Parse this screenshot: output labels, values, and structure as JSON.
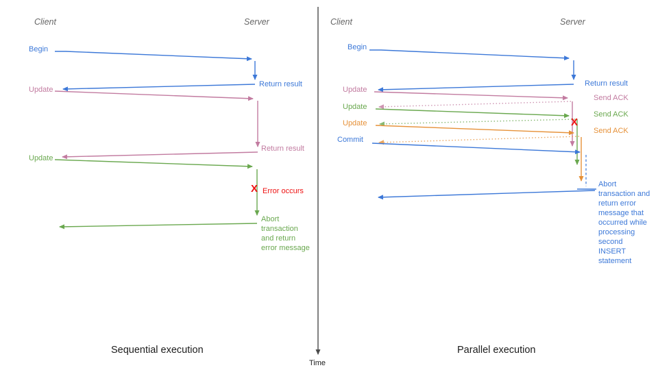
{
  "colors": {
    "blue": "#3c78d8",
    "pink": "#c27ba0",
    "green": "#6aa84f",
    "orange": "#e69138",
    "red": "#ee1111",
    "axis": "#4a4a4a",
    "header": "#666666",
    "title": "#1c1c1c"
  },
  "left_panel": {
    "title": "Sequential execution",
    "client_header": "Client",
    "server_header": "Server",
    "begin_label": "Begin",
    "begin_return_label": "Return result",
    "update1_label": "Update",
    "update1_return_label": "Return result",
    "update2_label": "Update",
    "error_x": "X",
    "error_label": "Error occurs",
    "abort_label": "Abort transaction and return error message"
  },
  "right_panel": {
    "title": "Parallel execution",
    "client_header": "Client",
    "server_header": "Server",
    "begin_label": "Begin",
    "begin_return_label": "Return result",
    "update1_label": "Update",
    "update2_label": "Update",
    "update3_label": "Update",
    "commit_label": "Commit",
    "ack1_label": "Send ACK",
    "ack2_label": "Send ACK",
    "ack3_label": "Send ACK",
    "error_x": "X",
    "abort_label": "Abort transaction and return error message that occurred while processing second INSERT statement"
  },
  "time_axis": {
    "label": "Time"
  }
}
